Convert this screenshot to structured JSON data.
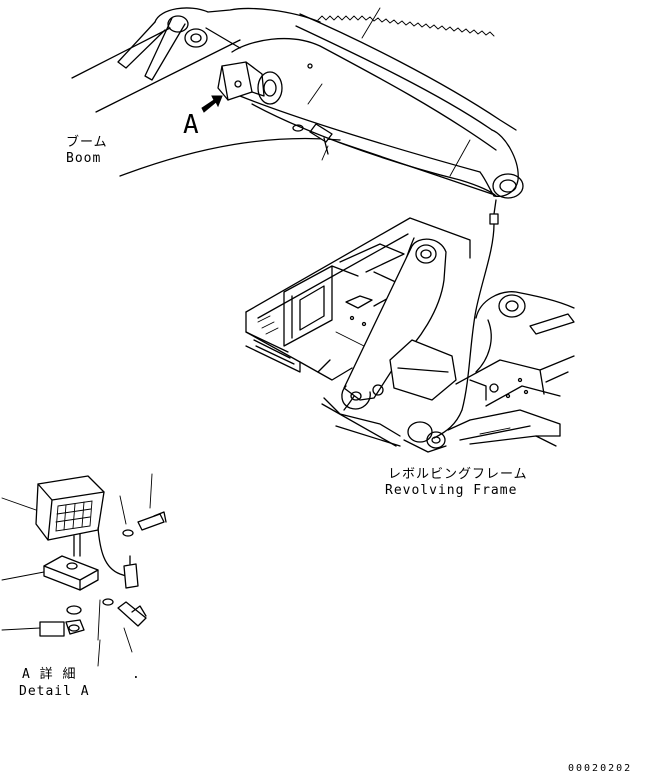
{
  "labels": {
    "boom_ja": "ブーム",
    "boom_en": "Boom",
    "view_letter": "A",
    "frame_ja": "レボルビングフレーム",
    "frame_en": "Revolving Frame",
    "detail_ja": "A 詳 細",
    "detail_en": "Detail A",
    "detail_dot": ".",
    "drawing_number": "00020202"
  }
}
